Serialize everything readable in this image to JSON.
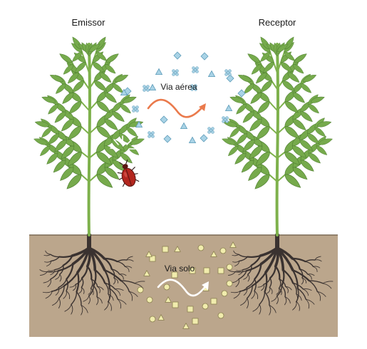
{
  "labels": {
    "emitter": "Emissor",
    "receiver": "Receptor",
    "air_route": "Via aérea",
    "soil_route": "Via solo"
  },
  "colors": {
    "soil": "#bba68c",
    "soil_line": "#7c6a55",
    "stem": "#7eb14c",
    "leaf": "#76aa4c",
    "leaf_dark": "#4f7f31",
    "root": "#3a3230",
    "air_particle": "#a9d3e6",
    "air_particle_edge": "#5e9cb9",
    "soil_particle": "#f1ecad",
    "soil_particle_edge": "#8b8150",
    "air_arrow": "#ea7a4c",
    "soil_arrow": "#ffffff",
    "beetle": "#b3261e"
  },
  "icons": {
    "insect": "beetle-icon",
    "damage": "sparkle-icon"
  }
}
